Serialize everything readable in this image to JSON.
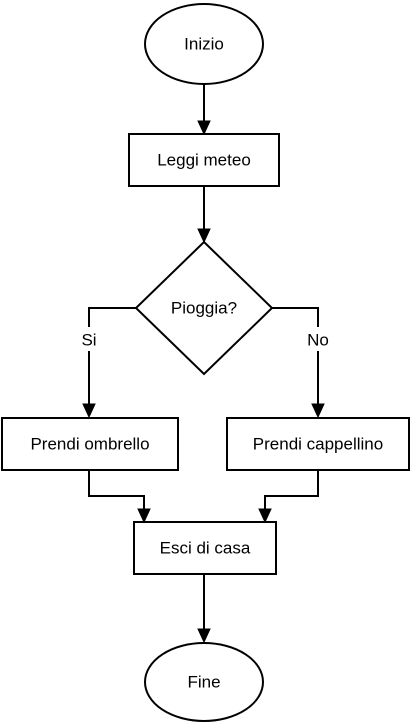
{
  "diagram": {
    "nodes": {
      "start": {
        "label": "Inizio",
        "shape": "ellipse"
      },
      "read": {
        "label": "Leggi meteo",
        "shape": "rect"
      },
      "decision": {
        "label": "Pioggia?",
        "shape": "diamond"
      },
      "umbrella": {
        "label": "Prendi ombrello",
        "shape": "rect"
      },
      "hat": {
        "label": "Prendi cappellino",
        "shape": "rect"
      },
      "exit": {
        "label": "Esci di casa",
        "shape": "rect"
      },
      "end": {
        "label": "Fine",
        "shape": "ellipse"
      }
    },
    "edges": [
      {
        "from": "start",
        "to": "read",
        "label": ""
      },
      {
        "from": "read",
        "to": "decision",
        "label": ""
      },
      {
        "from": "decision",
        "to": "umbrella",
        "label": "Si"
      },
      {
        "from": "decision",
        "to": "hat",
        "label": "No"
      },
      {
        "from": "umbrella",
        "to": "exit",
        "label": ""
      },
      {
        "from": "hat",
        "to": "exit",
        "label": ""
      },
      {
        "from": "exit",
        "to": "end",
        "label": ""
      }
    ],
    "colors": {
      "stroke": "#000000",
      "fill": "#ffffff",
      "text": "#000000"
    }
  }
}
